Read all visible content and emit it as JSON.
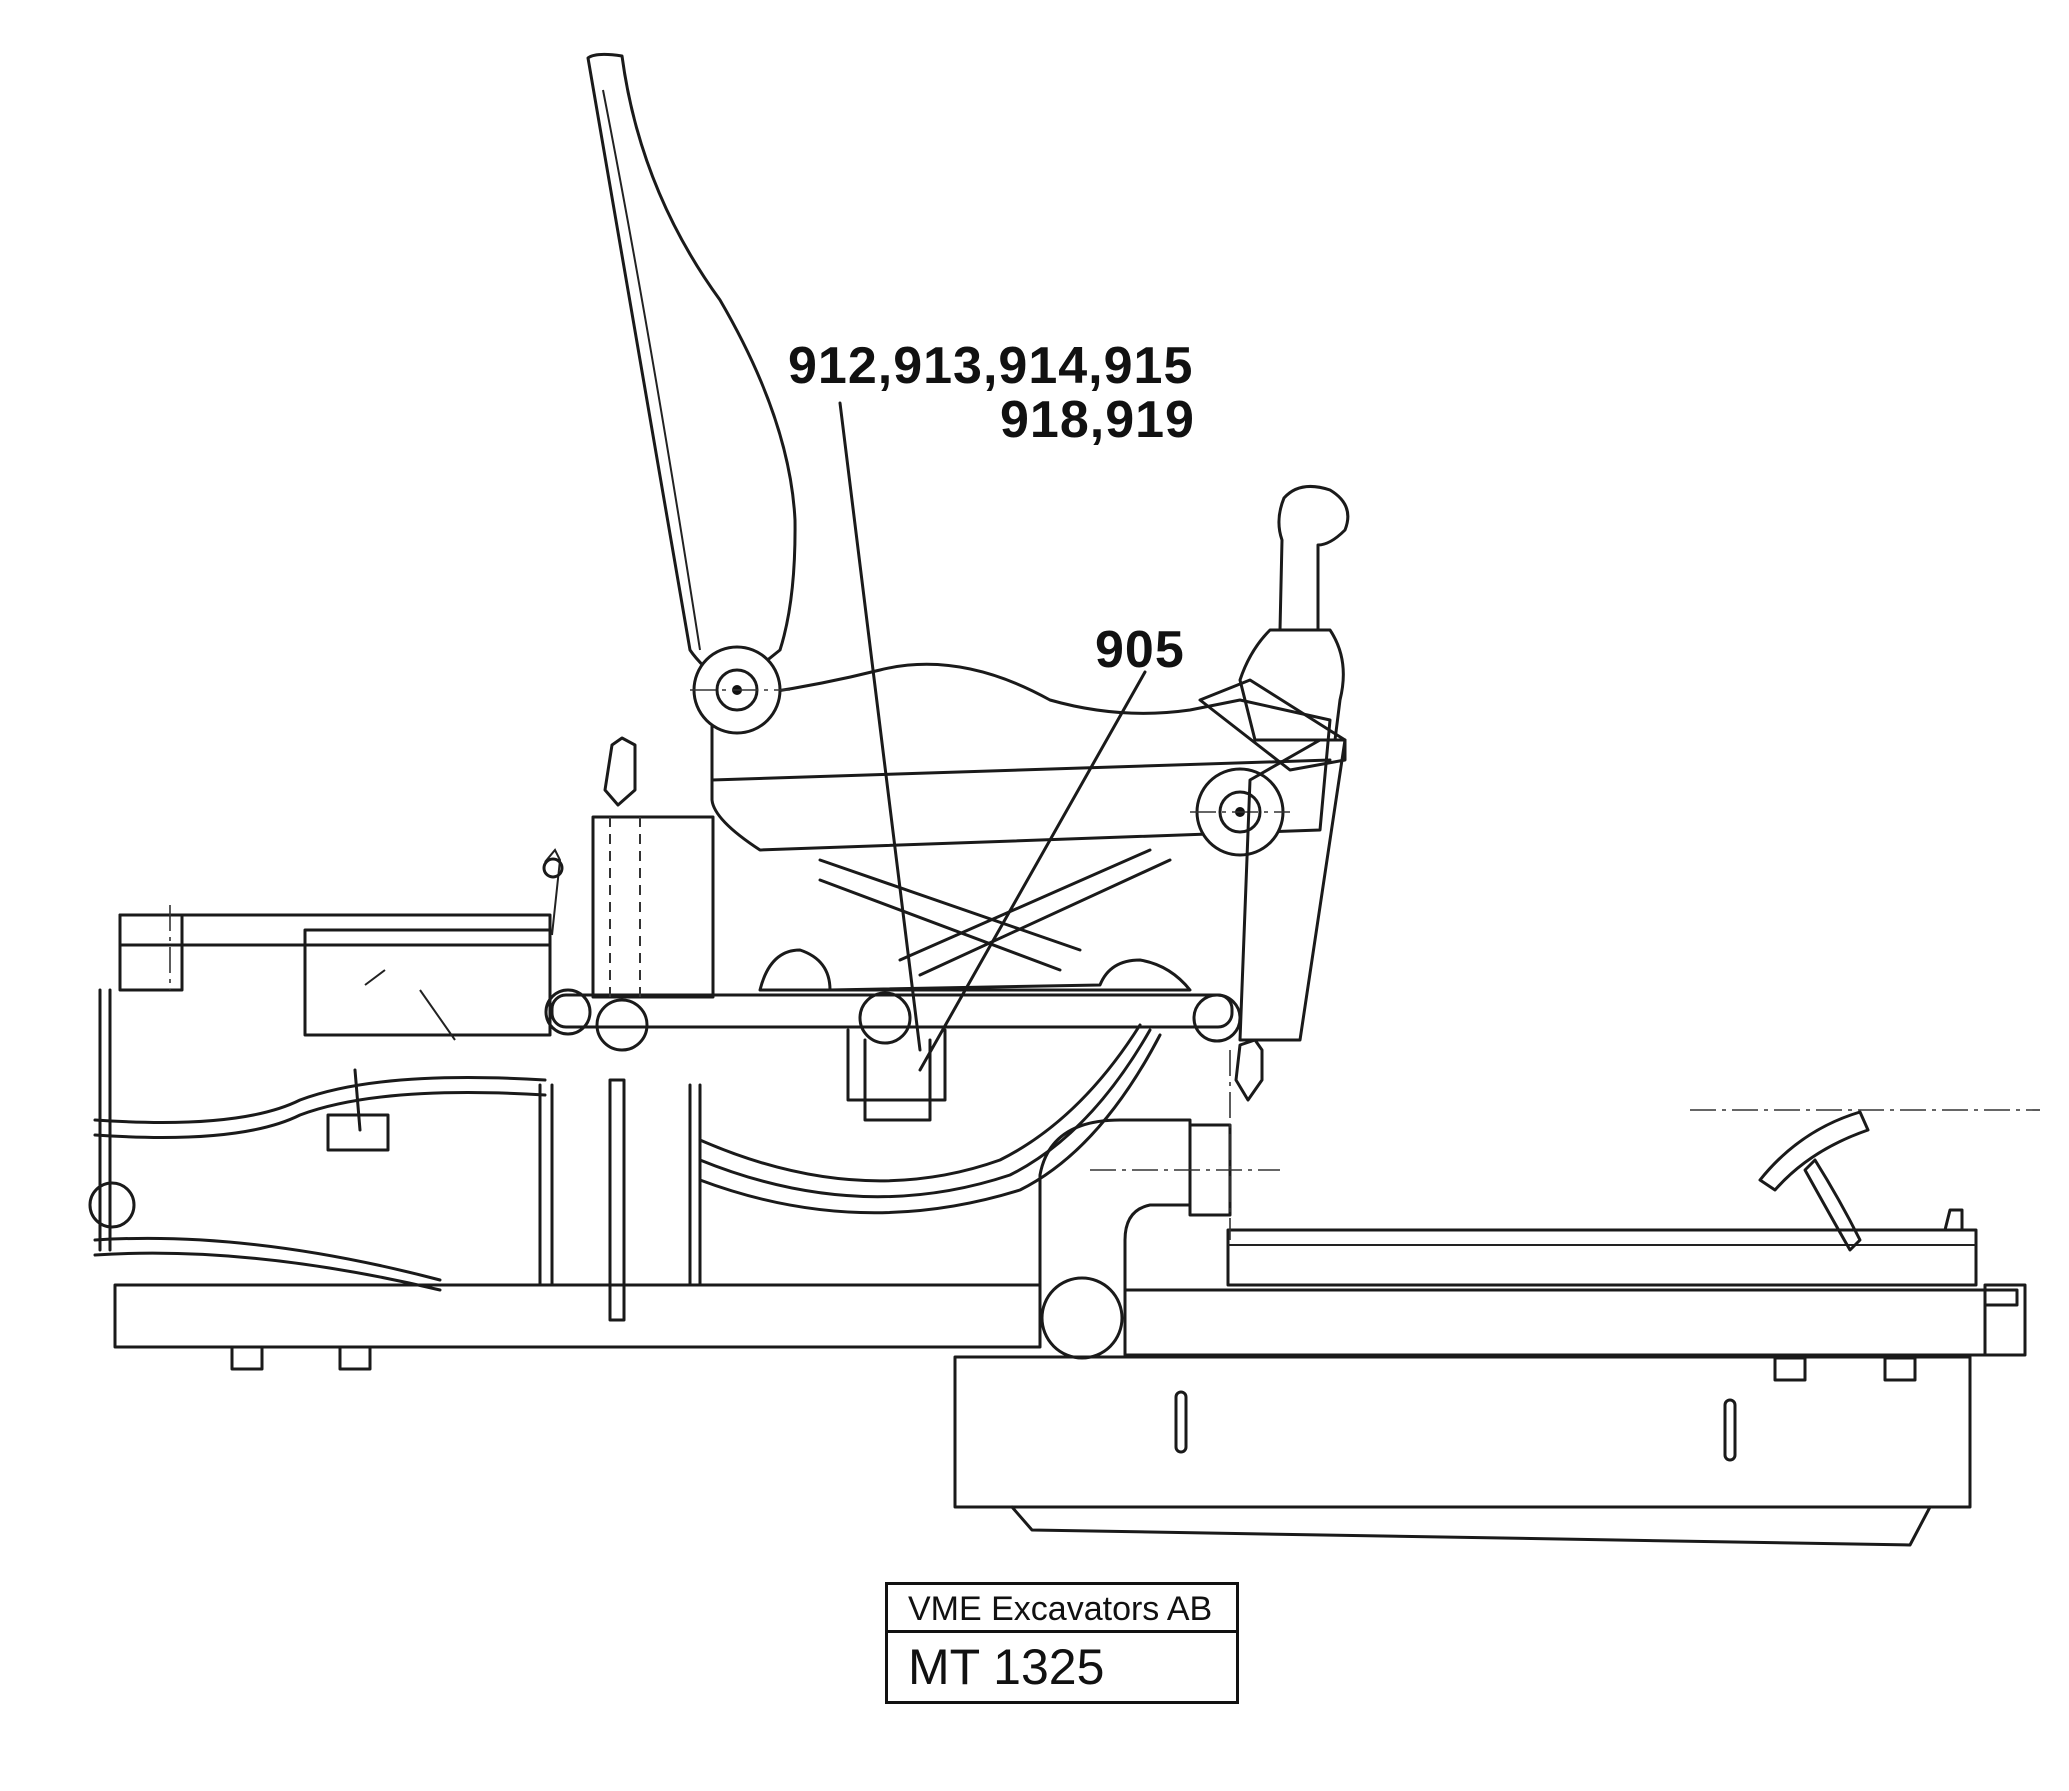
{
  "callouts": {
    "main_line_1": "912,913,914,915",
    "main_line_2": "918,919",
    "secondary": "905"
  },
  "title_block": {
    "company": "VME Excavators AB",
    "drawing_number": "MT 1325"
  }
}
